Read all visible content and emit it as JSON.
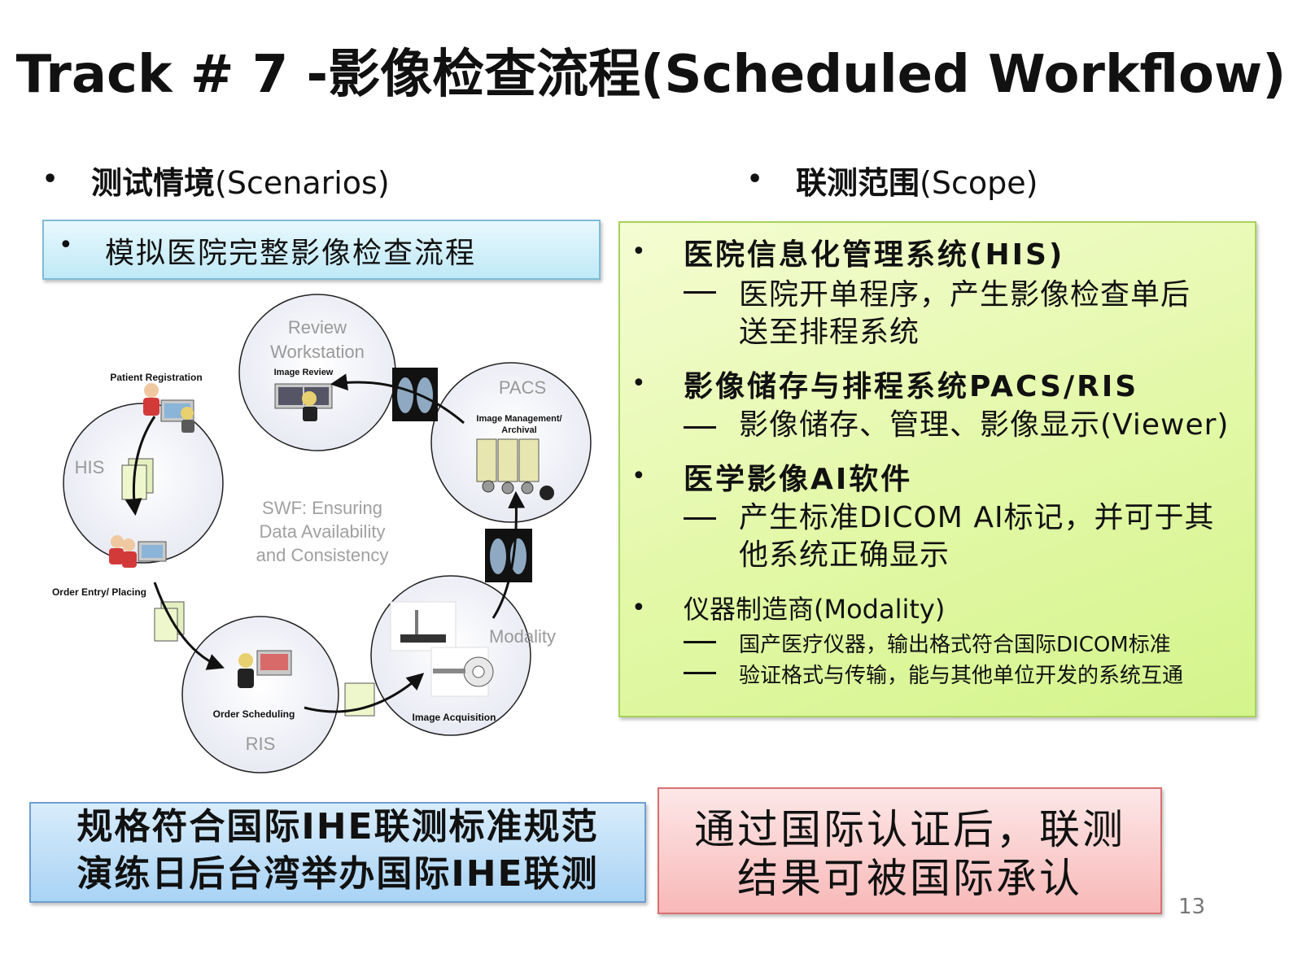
{
  "title": "Track # 7 -影像检查流程(Scheduled Workflow)",
  "scenarios": {
    "bullet": "•",
    "heading_cn": "测试情境",
    "heading_en": "(Scenarios)",
    "item": "模拟医院完整影像检查流程"
  },
  "scope": {
    "bullet": "•",
    "heading_cn": "联测范围",
    "heading_en": "(Scope)",
    "items": [
      {
        "title": "医院信息化管理系统(HIS)",
        "sub": [
          "医院开单程序，产生影像检查单后",
          "送至排程系统"
        ]
      },
      {
        "title": "影像储存与排程系统PACS/RIS",
        "sub": [
          "影像储存、管理、影像显示(Viewer)"
        ]
      },
      {
        "title": "医学影像AI软件",
        "sub": [
          "产生标准DICOM AI标记，并可于其",
          "他系统正确显示"
        ]
      },
      {
        "title": "仪器制造商(Modality)",
        "sub": [
          "国产医疗仪器，输出格式符合国际DICOM标准",
          "验证格式与传输，能与其他单位开发的系统互通"
        ]
      }
    ]
  },
  "diagram": {
    "his": "HIS",
    "ris": "RIS",
    "pacs": "PACS",
    "modality": "Modality",
    "review_l1": "Review",
    "review_l2": "Workstation",
    "image_review": "Image Review",
    "patient_registration": "Patient Registration",
    "order_entry": "Order Entry/ Placing",
    "order_scheduling": "Order Scheduling",
    "image_acquisition": "Image Acquisition",
    "image_mgmt_l1": "Image Management/",
    "image_mgmt_l2": "Archival",
    "center_l1": "SWF: Ensuring",
    "center_l2": "Data Availability",
    "center_l3": "and Consistency"
  },
  "bottom_left": [
    "规格符合国际IHE联测标准规范",
    "演练日后台湾举办国际IHE联测"
  ],
  "bottom_right": [
    "通过国际认证后，联测",
    "结果可被国际承认"
  ],
  "page_number": "13"
}
